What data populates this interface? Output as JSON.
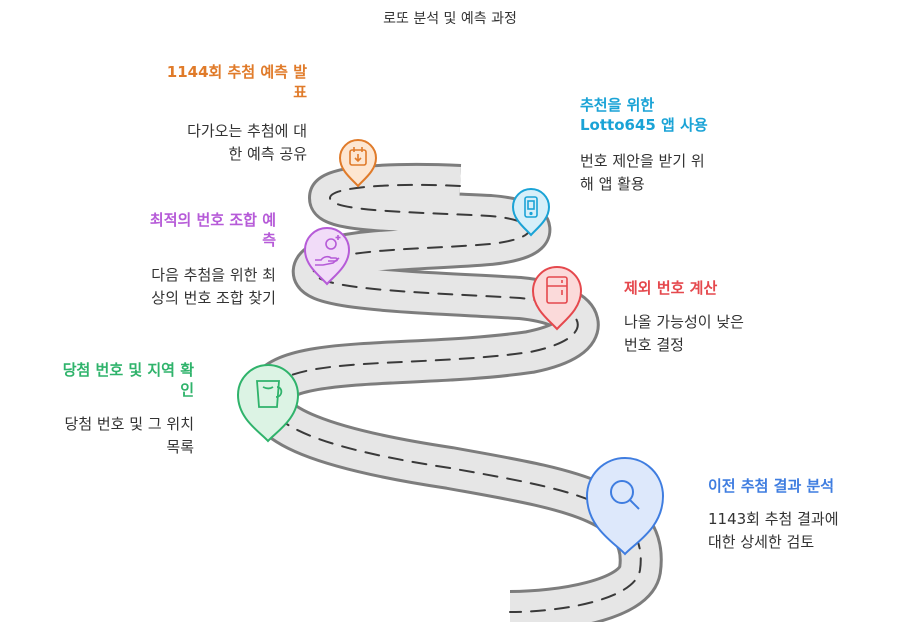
{
  "title": "로또 분석 및 예측 과정",
  "steps": [
    {
      "title_line1": "1144회 추첨 예측 발",
      "title_line2": "표",
      "desc_line1": "다가오는 추첨에 대",
      "desc_line2": "한 예측 공유",
      "color": "#e07b2a",
      "icon": "calendar-download-icon"
    },
    {
      "title_line1": "추천을 위한",
      "title_line2": "Lotto645 앱 사용",
      "desc_line1": "번호 제안을 받기 위",
      "desc_line2": "해 앱 활용",
      "color": "#1aa3d6",
      "icon": "mobile-app-icon"
    },
    {
      "title_line1": "최적의 번호 조합 예",
      "title_line2": "측",
      "desc_line1": "다음 추첨을 위한 최",
      "desc_line2": "상의 번호 조합 찾기",
      "color": "#b65bd8",
      "icon": "hand-coin-icon"
    },
    {
      "title_line1": "제외 번호 계산",
      "title_line2": "",
      "desc_line1": "나올 가능성이 낮은",
      "desc_line2": "번호 결정",
      "color": "#e5484d",
      "icon": "fridge-icon"
    },
    {
      "title_line1": "당첨 번호 및 지역 확",
      "title_line2": "인",
      "desc_line1": "당첨 번호 및 그 위치",
      "desc_line2": "목록",
      "color": "#2fb36b",
      "icon": "cup-icon"
    },
    {
      "title_line1": "이전 추첨 결과 분석",
      "title_line2": "",
      "desc_line1": "1143회 추첨 결과에",
      "desc_line2": "대한 상세한 검토",
      "color": "#3f7de0",
      "icon": "magnifier-icon"
    }
  ]
}
